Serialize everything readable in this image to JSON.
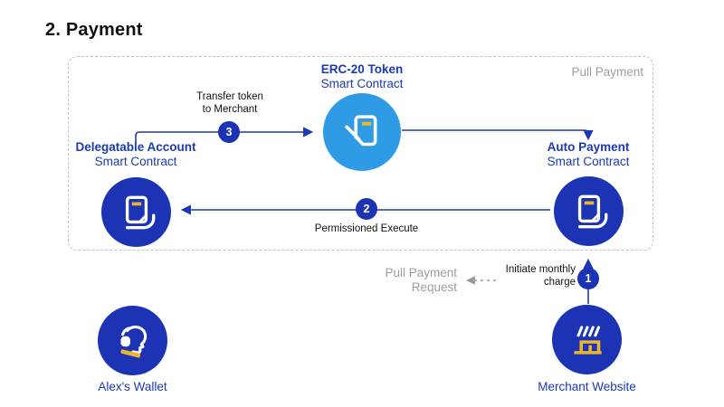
{
  "page": {
    "title": "2. Payment"
  },
  "colors": {
    "dark_blue": "#1c34b4",
    "light_blue": "#2e9be4",
    "accent_yellow": "#eab530",
    "label_blue": "#1b3ab3",
    "gray": "#9d9d9d",
    "text_black": "#111111"
  },
  "container": {
    "label": "Pull Payment"
  },
  "nodes": {
    "erc20": {
      "title": "ERC-20 Token",
      "subtitle": "Smart Contract"
    },
    "delegatable": {
      "title": "Delegatable Account",
      "subtitle": "Smart Contract"
    },
    "autopay": {
      "title": "Auto Payment",
      "subtitle": "Smart Contract"
    },
    "wallet": {
      "label": "Alex's Wallet"
    },
    "merchant": {
      "label": "Merchant Website"
    }
  },
  "flows": {
    "step1": {
      "badge": "1",
      "line1": "Initiate monthly",
      "line2": "charge"
    },
    "step2": {
      "badge": "2",
      "label": "Permissioned Execute"
    },
    "step3": {
      "badge": "3",
      "line1": "Transfer token",
      "line2": "to Merchant"
    },
    "pull_request": {
      "line1": "Pull Payment",
      "line2": "Request"
    }
  }
}
